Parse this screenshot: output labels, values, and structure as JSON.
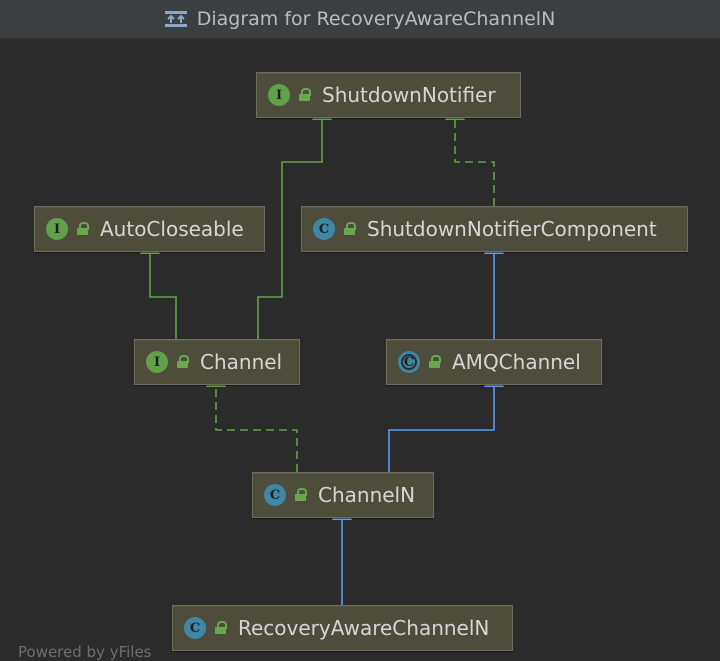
{
  "window": {
    "title": "Diagram for RecoveryAwareChannelN",
    "title_icon": "class-diagram-icon"
  },
  "nodes": {
    "shutdown_notifier": {
      "kind": "I",
      "label": "ShutdownNotifier"
    },
    "auto_closeable": {
      "kind": "I",
      "label": "AutoCloseable"
    },
    "shutdown_notifier_component": {
      "kind": "C",
      "label": "ShutdownNotifierComponent"
    },
    "channel": {
      "kind": "I",
      "label": "Channel"
    },
    "amq_channel": {
      "kind": "C",
      "label": "AMQChannel"
    },
    "channel_n": {
      "kind": "C",
      "label": "ChannelN"
    },
    "recovery_aware_channel_n": {
      "kind": "C",
      "label": "RecoveryAwareChannelN"
    }
  },
  "edges": [
    {
      "from": "channel",
      "to": "shutdown_notifier",
      "type": "extends-interface"
    },
    {
      "from": "channel",
      "to": "auto_closeable",
      "type": "extends-interface"
    },
    {
      "from": "shutdown_notifier_component",
      "to": "shutdown_notifier",
      "type": "implements"
    },
    {
      "from": "amq_channel",
      "to": "shutdown_notifier_component",
      "type": "extends-class"
    },
    {
      "from": "channel_n",
      "to": "channel",
      "type": "implements"
    },
    {
      "from": "channel_n",
      "to": "amq_channel",
      "type": "extends-class"
    },
    {
      "from": "recovery_aware_channel_n",
      "to": "channel_n",
      "type": "extends-class"
    }
  ],
  "footer": {
    "text": "Powered by yFiles"
  },
  "colors": {
    "interface_edge": "#62a14a",
    "class_edge": "#5b9bf0",
    "node_bg": "#4e4d3c",
    "background": "#2b2b2b"
  }
}
